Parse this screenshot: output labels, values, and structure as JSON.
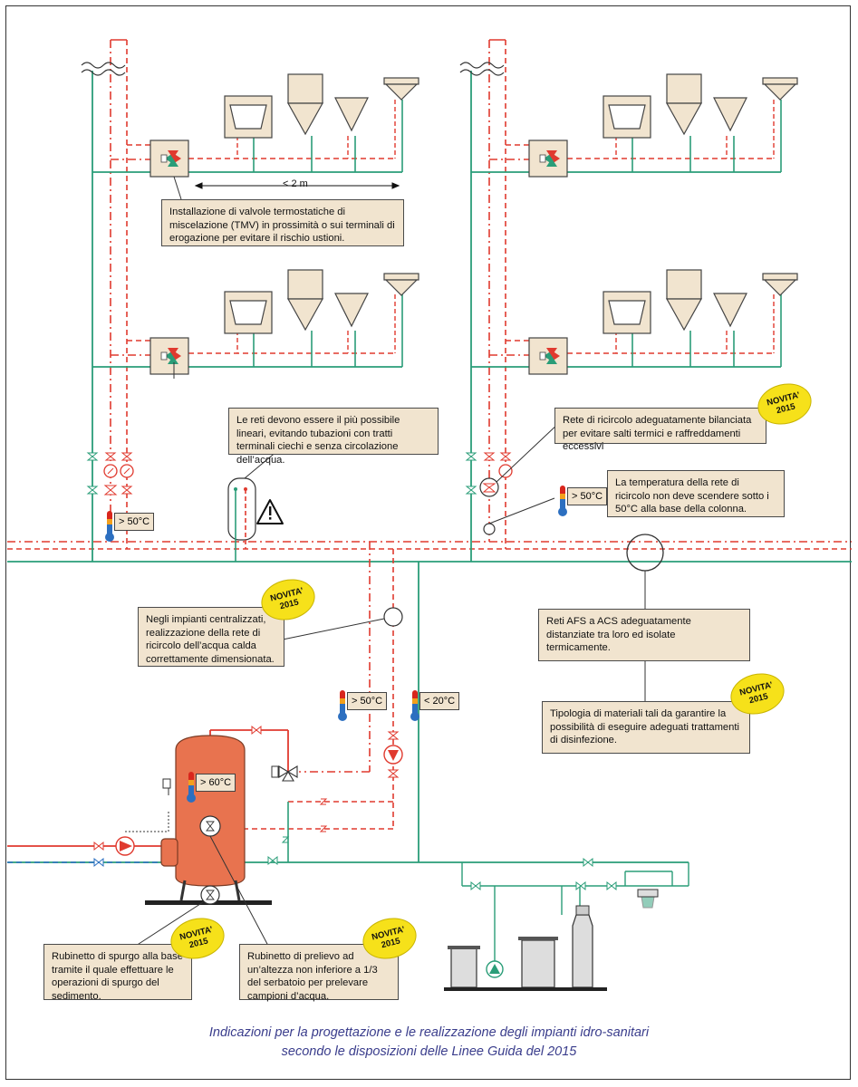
{
  "colors": {
    "cold_water": "#2a9d78",
    "hot_water": "#e03a2f",
    "recirculation": "#e03a2f",
    "note_fill": "#f1e4cf",
    "badge_fill": "#f6e11a",
    "tank_fill": "#e8734f",
    "caption": "#3a3d8c"
  },
  "dimension": {
    "label": "< 2 m"
  },
  "notes": {
    "tmv": "Installazione di valvole termostatiche di miscelazione (TMV) in prossimità o sui terminali di erogazione per evitare il rischio ustioni.",
    "linear_networks": "Le reti devono essere il più possibile lineari, evitando tubazioni con tratti terminali ciechi e senza circolazione dell’acqua.",
    "balanced_recirc": "Rete di ricircolo adeguatamente bilanciata per evitare salti termici e raffreddamenti eccessivi",
    "recirc_temp": "La temperatura della rete di ricircolo non deve scendere sotto i 50°C alla base della colonna.",
    "centralized": "Negli impianti centralizzati, realizzazione della rete di ricircolo dell’acqua calda correttamente dimensionata.",
    "separated": "Reti AFS a ACS adeguatamente distanziate tra loro ed isolate termicamente.",
    "materials": "Tipologia di materiali tali da garantire la possibilità di eseguire adeguati trattamenti di disinfezione.",
    "drain_tap": "Rubinetto di spurgo alla base tramite il quale effettuare le operazioni di spurgo del sedimento.",
    "sample_tap": "Rubinetto di prelievo ad un’altezza non inferiore a 1/3 del serbatoio per prelevare campioni d’acqua."
  },
  "badges": {
    "line1": "NOVITA’",
    "line2": "2015"
  },
  "temperatures": {
    "left_column": "> 50°C",
    "right_column": "> 50°C",
    "flow": "> 50°C",
    "cold": "< 20°C",
    "tank": "> 60°C"
  },
  "caption": {
    "line1": "Indicazioni per la progettazione e le realizzazione degli impianti idro-sanitari",
    "line2": "secondo le disposizioni delle Linee Guida del 2015"
  },
  "icons": [
    "warning-icon",
    "thermometer-icon",
    "pump-icon",
    "mixing-valve-icon",
    "gate-valve-icon",
    "gauge-icon"
  ]
}
